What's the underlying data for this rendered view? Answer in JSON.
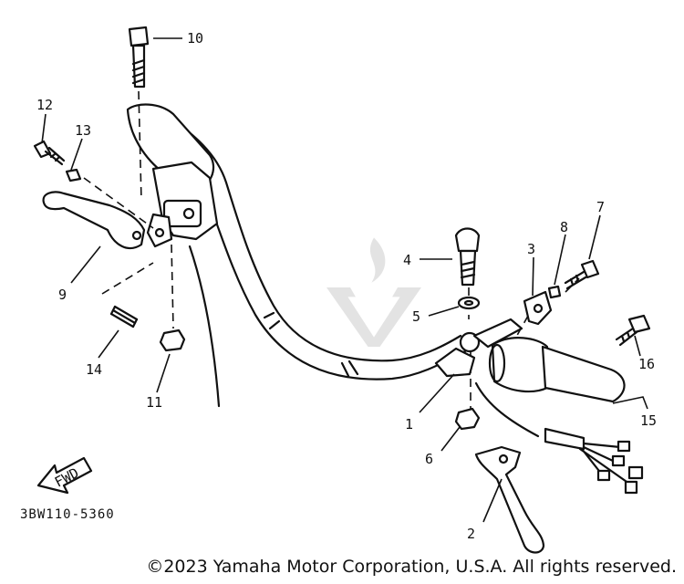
{
  "diagram": {
    "part_code": "3BW110-5360",
    "fwd_label": "FWD",
    "callouts": [
      "1",
      "2",
      "3",
      "4",
      "5",
      "6",
      "7",
      "8",
      "9",
      "10",
      "11",
      "12",
      "13",
      "14",
      "15",
      "16"
    ]
  },
  "footer": {
    "copyright": "©2023 Yamaha Motor Corporation, U.S.A. All rights reserved."
  },
  "colors": {
    "ink": "#111111",
    "background": "#ffffff"
  },
  "icons": {
    "watermark": "leadventure-logo-icon",
    "direction": "fwd-arrow-icon"
  }
}
